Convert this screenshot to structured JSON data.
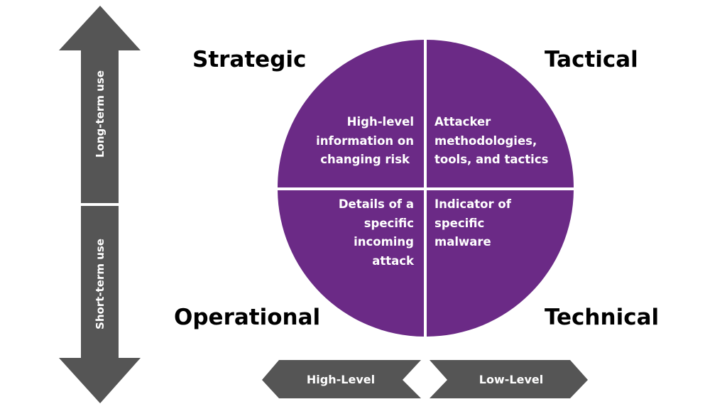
{
  "colors": {
    "purple": "#6b2a86",
    "arrow_gray": "#555555",
    "background": "#ffffff",
    "label_text": "#000000",
    "inner_text": "#ffffff"
  },
  "vertical_axis": {
    "top_arrow_label": "Long-term use",
    "bottom_arrow_label": "Short-term use"
  },
  "horizontal_axis": {
    "left_arrow_label": "High-Level",
    "right_arrow_label": "Low-Level"
  },
  "quadrants": {
    "top_left": {
      "title": "Strategic",
      "lines": [
        "High-level",
        "information on",
        "changing risk"
      ]
    },
    "top_right": {
      "title": "Tactical",
      "lines": [
        "Attacker",
        "methodologies,",
        "tools, and tactics"
      ]
    },
    "bottom_left": {
      "title": "Operational",
      "lines": [
        "Details of a",
        "specific",
        "incoming",
        "attack"
      ]
    },
    "bottom_right": {
      "title": "Technical",
      "lines": [
        "Indicator of",
        "specific",
        "malware"
      ]
    }
  }
}
